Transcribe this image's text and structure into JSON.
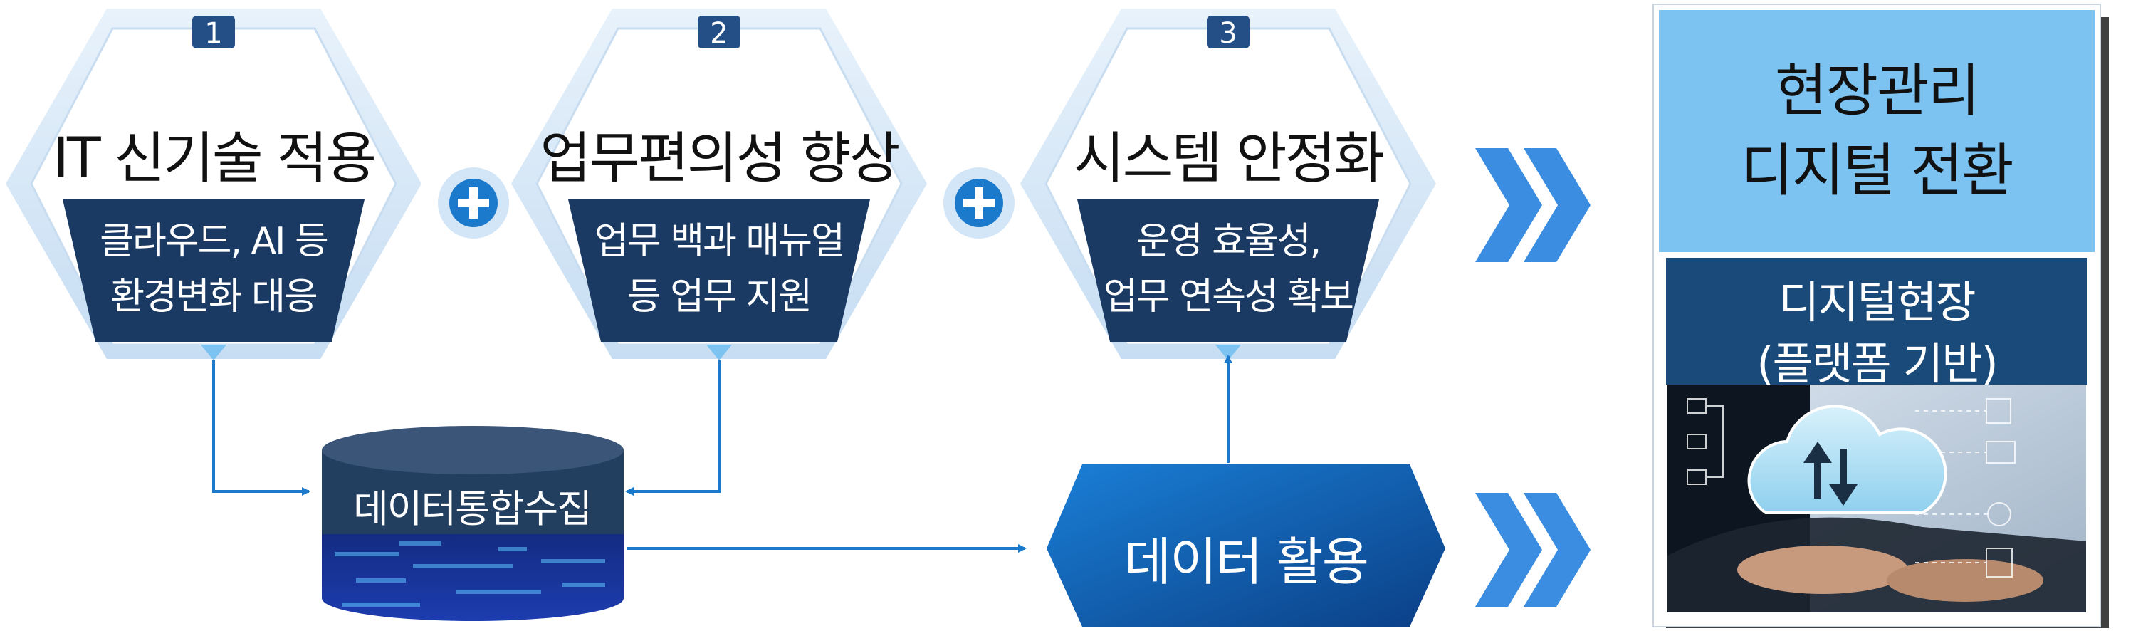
{
  "steps": [
    {
      "num": "1",
      "title": "IT 신기술 적용",
      "line1": "클라우드, AI 등",
      "line2": "환경변화 대응"
    },
    {
      "num": "2",
      "title": "업무편의성 향상",
      "line1": "업무 백과  매뉴얼",
      "line2": "등  업무 지원"
    },
    {
      "num": "3",
      "title": "시스템 안정화",
      "line1": "운영  효율성,",
      "line2": "업무 연속성 확보"
    }
  ],
  "data_collection": "데이터통합수집",
  "data_usage": "데이터 활용",
  "result": {
    "title_line1": "현장관리",
    "title_line2": "디지털 전환",
    "sub_line1": "디지털현장",
    "sub_line2": "(플랫폼 기반)"
  },
  "colors": {
    "hex_outer": "#d3e6f7",
    "hex_band": "#1b3a63",
    "db_top": "#2a4565",
    "accent_blue": "#1b7acb",
    "chevron": "#3a8de0",
    "panel_top": "#7cc3f2",
    "panel_bottom": "#1a4a7a"
  }
}
